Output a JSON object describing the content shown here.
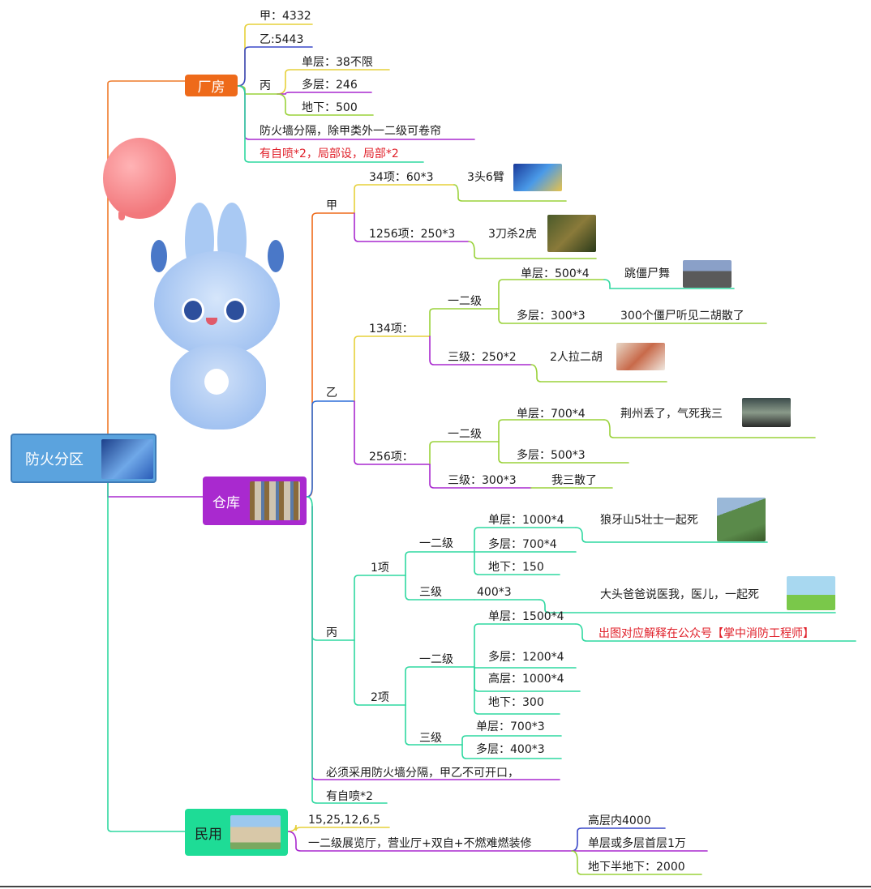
{
  "root": {
    "label": "防火分区"
  },
  "factory": {
    "label": "厂房",
    "jia": "甲：4332",
    "yi": "乙:5443",
    "bing": "丙",
    "bing_single": "单层：38不限",
    "bing_multi": "多层：246",
    "bing_under": "地下：500",
    "wall_note": "防火墙分隔，除甲类外一二级可卷帘",
    "sprinkler_note": "有自喷*2，局部设，局部*2"
  },
  "warehouse": {
    "label": "仓库",
    "jia": {
      "label": "甲",
      "item1": "34项：60*3",
      "item1_tip": "3头6臂",
      "item2": "1256项：250*3",
      "item2_tip": "3刀杀2虎"
    },
    "yi": {
      "label": "乙",
      "g134": "134项：",
      "g134_l12": "一二级",
      "g134_single": "单层：500*4",
      "g134_single_tip": "跳僵尸舞",
      "g134_multi": "多层：300*3",
      "g134_multi_tip": "300个僵尸听见二胡散了",
      "g134_l3": "三级：250*2",
      "g134_l3_tip": "2人拉二胡",
      "g256": "256项：",
      "g256_l12": "一二级",
      "g256_single": "单层：700*4",
      "g256_single_tip": "荆州丢了，气死我三",
      "g256_multi": "多层：500*3",
      "g256_l3": "三级：300*3",
      "g256_l3_tip": "我三散了"
    },
    "bing": {
      "label": "丙",
      "item1": "1项",
      "item1_l12": "一二级",
      "item1_single": "单层：1000*4",
      "item1_tip": "狼牙山5壮士一起死",
      "item1_multi": "多层：700*4",
      "item1_under": "地下：150",
      "item1_l3": "三级",
      "item1_l3_val": "400*3",
      "item1_l3_tip": "大头爸爸说医我，医儿，一起死",
      "item2": "2项",
      "item2_l12": "一二级",
      "item2_single": "单层：1500*4",
      "item2_promo": "出图对应解释在公众号【掌中消防工程师】",
      "item2_multi": "多层：1200*4",
      "item2_high": "高层：1000*4",
      "item2_under": "地下：300",
      "item2_l3": "三级",
      "item2_l3_single": "单层：700*3",
      "item2_l3_multi": "多层：400*3"
    },
    "wall_note": "必须采用防火墙分隔，甲乙不可开口，",
    "sprinkler_note": "有自喷*2"
  },
  "civil": {
    "label": "民用",
    "numbers": "15,25,12,6,5",
    "expo": "一二级展览厅，营业厅+双自+不燃难燃装修",
    "high": "高层内4000",
    "low": "单层或多层首层1万",
    "under": "地下半地下：2000"
  },
  "colors": {
    "root": "#5ba3de",
    "factory": "#ee6a1a",
    "warehouse": "#a929cf",
    "civil": "#1edc96",
    "promo": "#e0202a"
  }
}
